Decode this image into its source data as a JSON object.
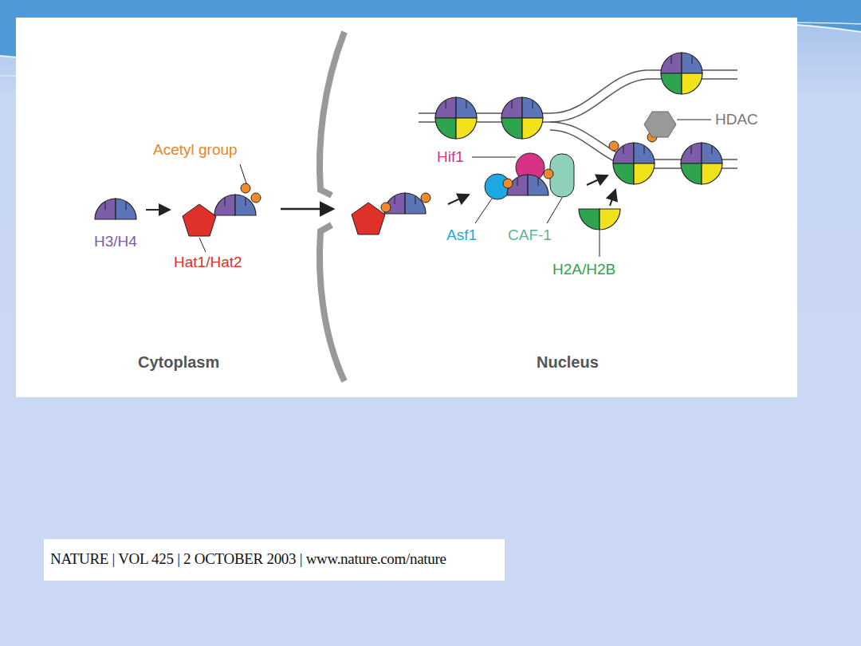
{
  "diagram": {
    "caption": "NATURE | VOL 425 | 2 OCTOBER 2003 | www.nature.com/nature",
    "labels": [
      "Acetyl group",
      "H3/H4",
      "Hat1/Hat2",
      "Hif1",
      "Asf1",
      "CAF-1",
      "H2A/H2B",
      "HDAC",
      "Cytoplasm",
      "Nucleus"
    ]
  }
}
